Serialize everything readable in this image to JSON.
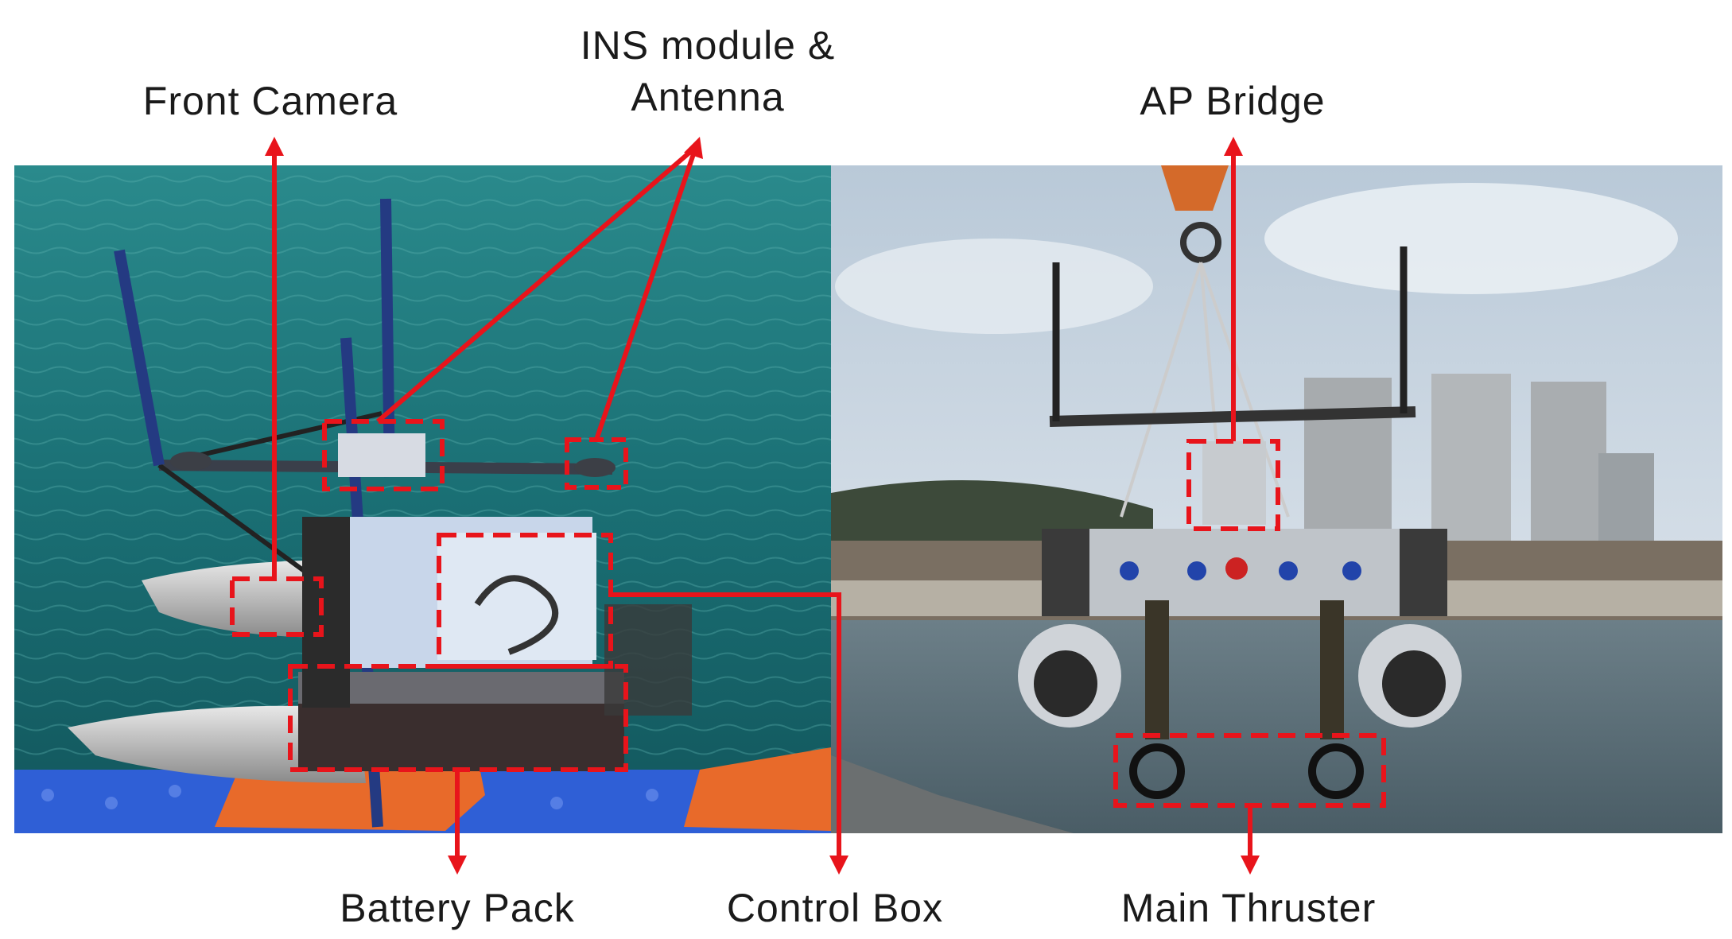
{
  "labels": {
    "front_camera": "Front Camera",
    "ins_line1": "INS module &",
    "ins_line2": "Antenna",
    "ap_bridge": "AP Bridge",
    "battery_pack": "Battery Pack",
    "control_box": "Control Box",
    "main_thruster": "Main Thruster"
  },
  "colors": {
    "annotation_red": "#e8141b",
    "sea_left": "#1f7a7a",
    "sky_right": "#c9d6e2",
    "water_right": "#5f7480",
    "dock_blue": "#2f5fd6"
  }
}
